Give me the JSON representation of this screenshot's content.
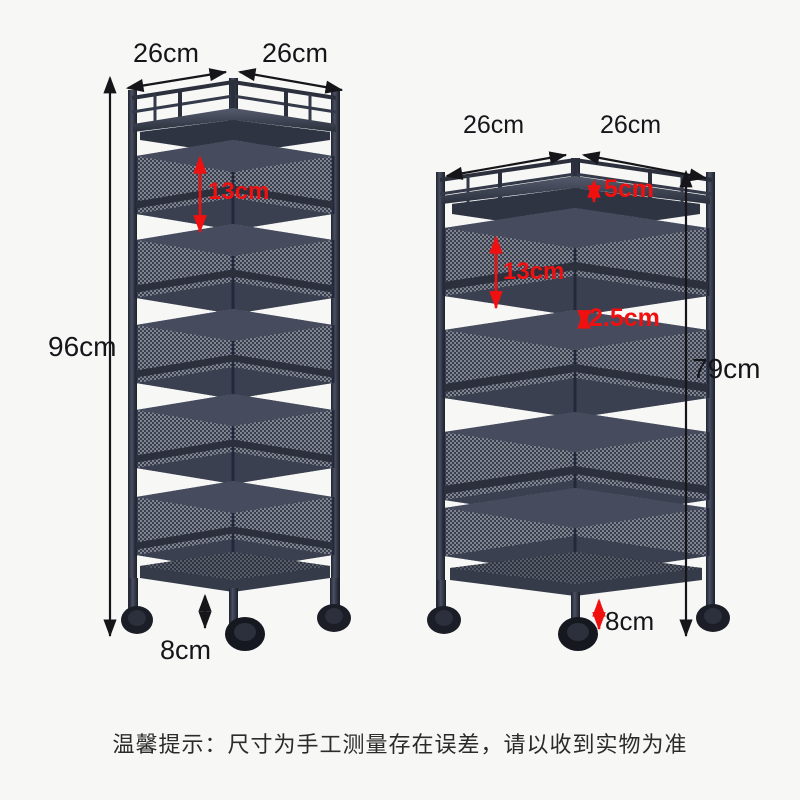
{
  "background_color": "#f7f7f6",
  "product": {
    "material_color": "#3b4050",
    "accent_red": "#f01010",
    "label_black": "#16161a"
  },
  "left_cart": {
    "name": "5-tier rotating storage cart",
    "tiers": 5,
    "top_width_left": "26cm",
    "top_width_right": "26cm",
    "basket_height": "13cm",
    "total_height": "96cm",
    "wheel_height": "8cm"
  },
  "right_cart": {
    "name": "4-tier rotating storage cart",
    "tiers": 4,
    "top_width_left": "26cm",
    "top_width_right": "26cm",
    "tray_height": "5cm",
    "basket_height": "13cm",
    "shelf_gap": "2.5cm",
    "total_height": "79cm",
    "wheel_height": "8cm"
  },
  "caption": {
    "text": "温馨提示：尺寸为手工测量存在误差，请以收到实物为准"
  }
}
